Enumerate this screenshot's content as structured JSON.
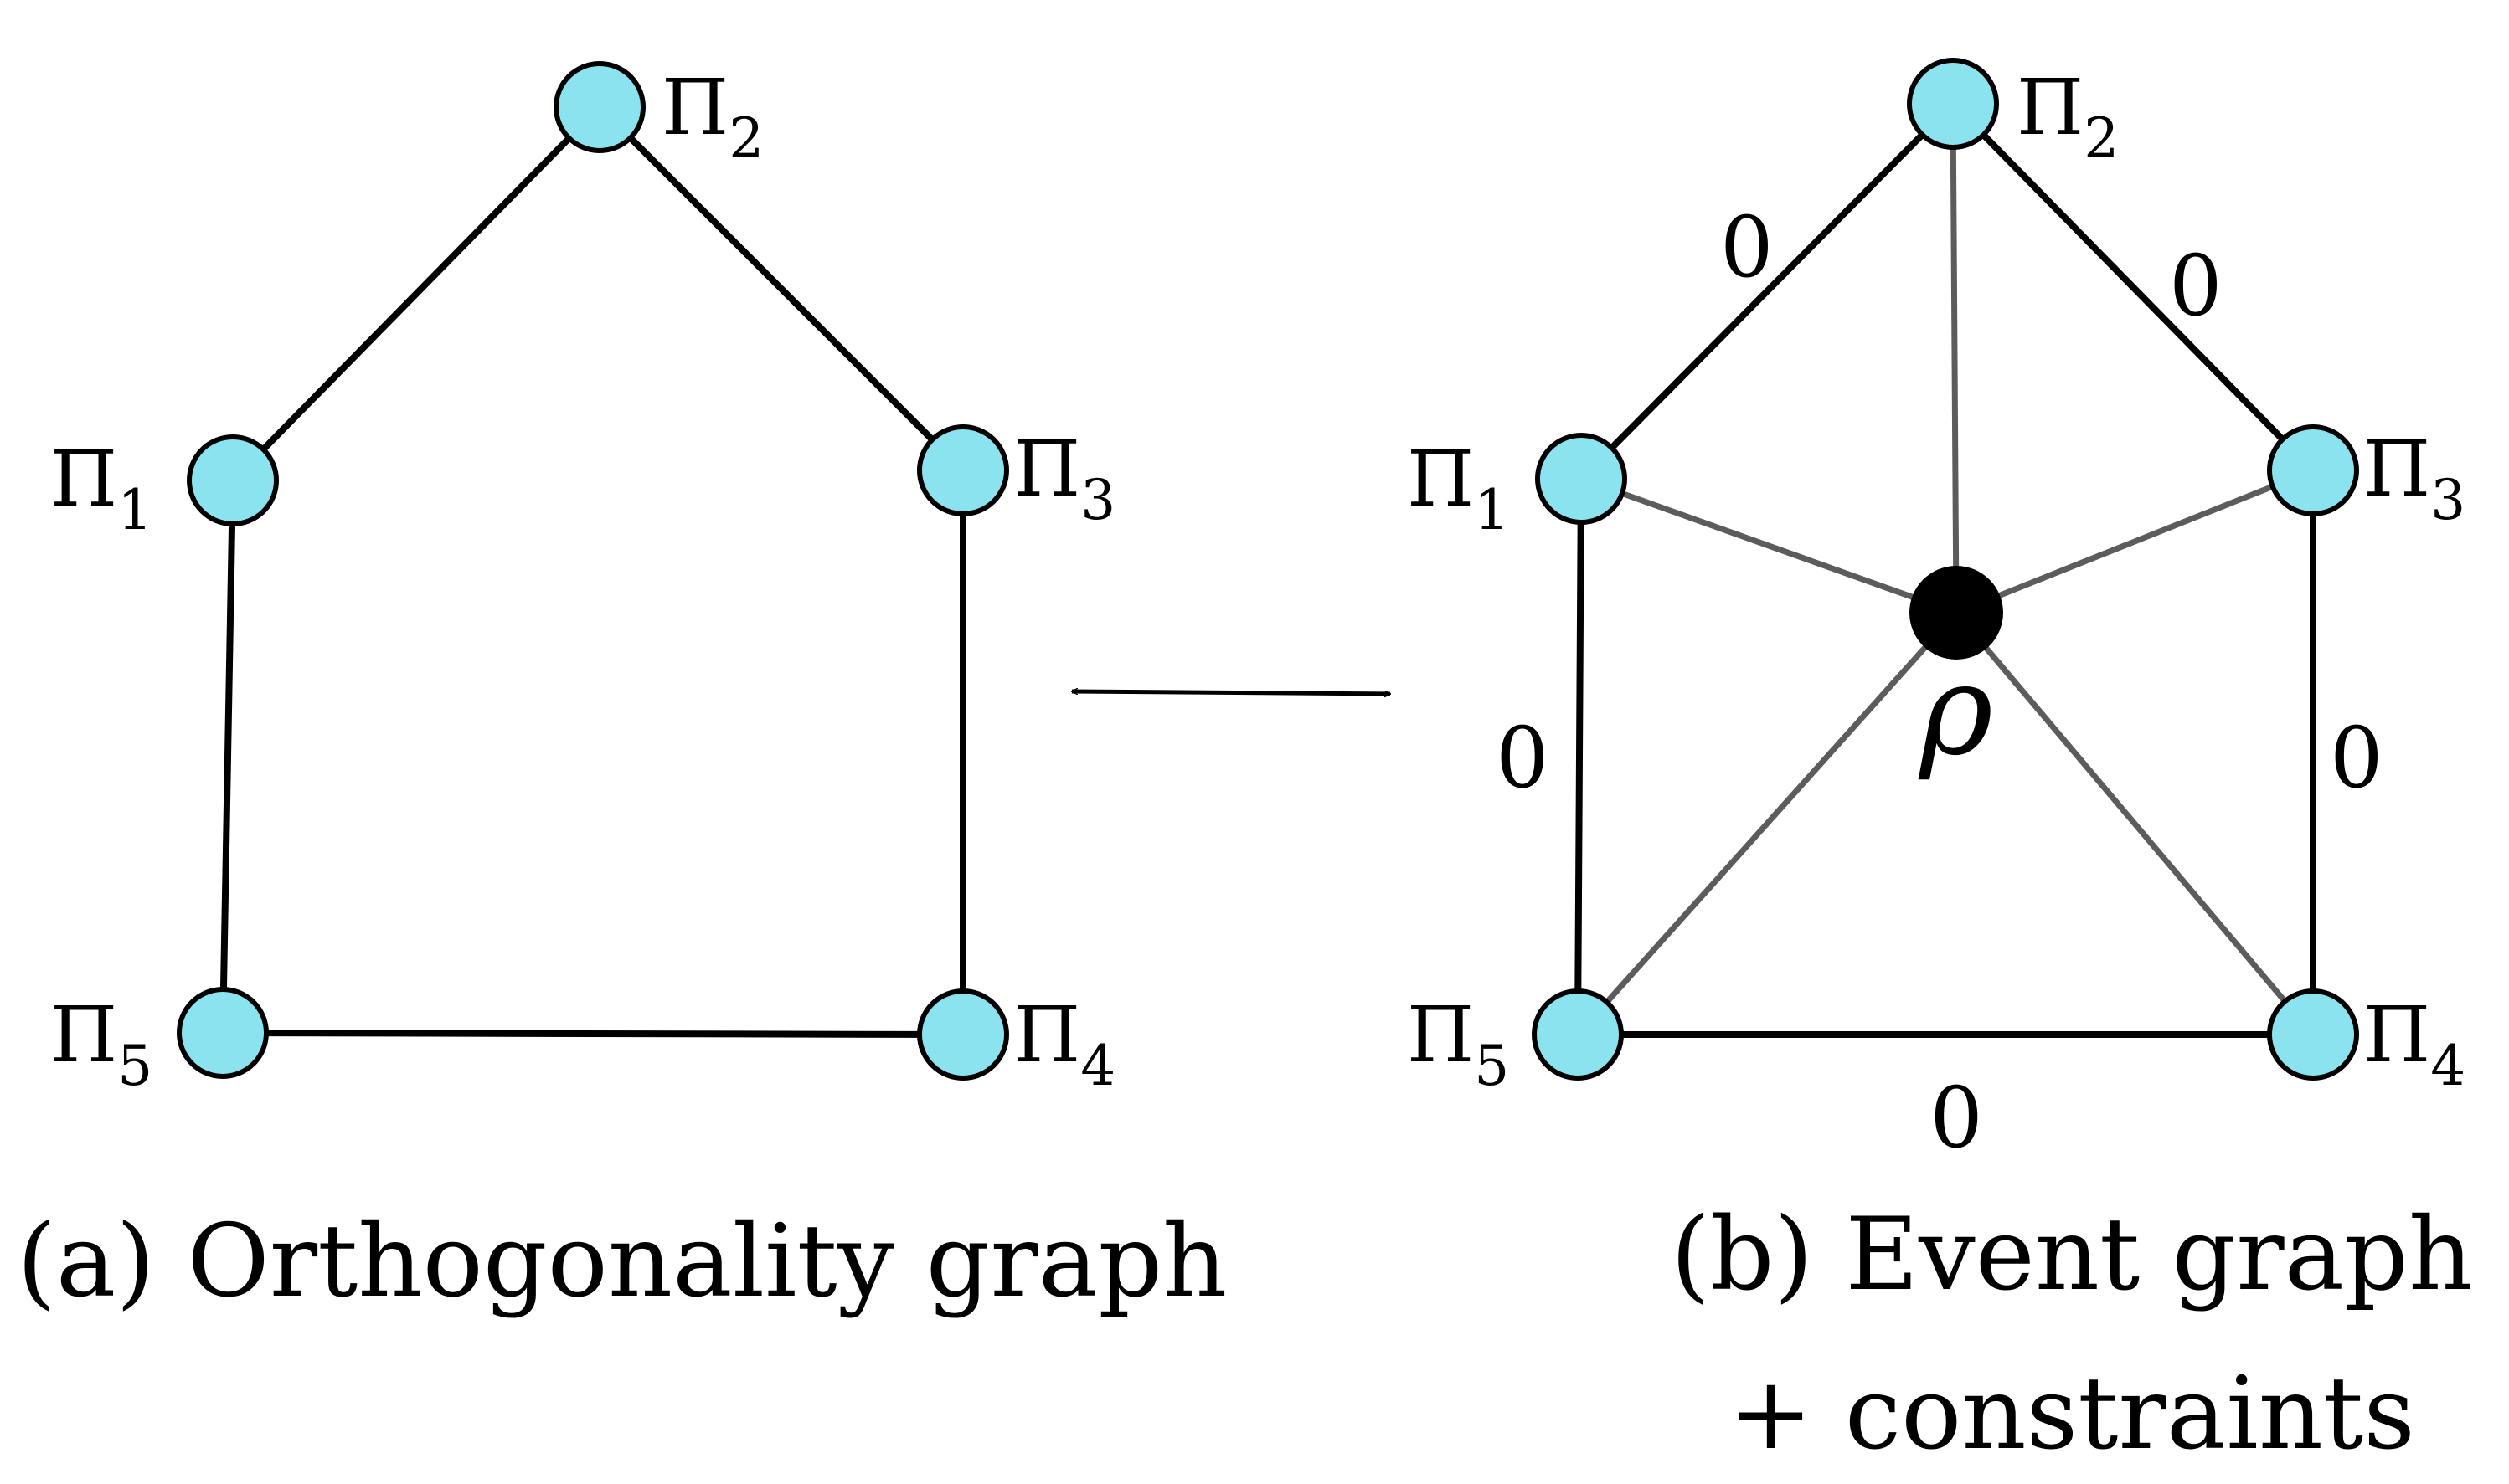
{
  "colors": {
    "node_fill": "#8be3ef",
    "node_stroke": "#000000",
    "edge_black": "#000000",
    "edge_gray": "#5c5c5c",
    "center_node": "#000000"
  },
  "graph_a": {
    "caption": "(a) Orthogonality graph",
    "nodes": [
      {
        "id": "1",
        "sym": "Π",
        "sub": "1"
      },
      {
        "id": "2",
        "sym": "Π",
        "sub": "2"
      },
      {
        "id": "3",
        "sym": "Π",
        "sub": "3"
      },
      {
        "id": "4",
        "sym": "Π",
        "sub": "4"
      },
      {
        "id": "5",
        "sym": "Π",
        "sub": "5"
      }
    ]
  },
  "arrow_icon": "double-headed-arrow",
  "graph_b": {
    "caption_line1": "(b) Event graph",
    "caption_line2": "+ constraints",
    "center_label": "ρ",
    "nodes": [
      {
        "id": "1",
        "sym": "Π",
        "sub": "1"
      },
      {
        "id": "2",
        "sym": "Π",
        "sub": "2"
      },
      {
        "id": "3",
        "sym": "Π",
        "sub": "3"
      },
      {
        "id": "4",
        "sym": "Π",
        "sub": "4"
      },
      {
        "id": "5",
        "sym": "Π",
        "sub": "5"
      }
    ],
    "edge_labels": {
      "e12": "0",
      "e23": "0",
      "e15": "0",
      "e34": "0",
      "e54": "0"
    }
  }
}
